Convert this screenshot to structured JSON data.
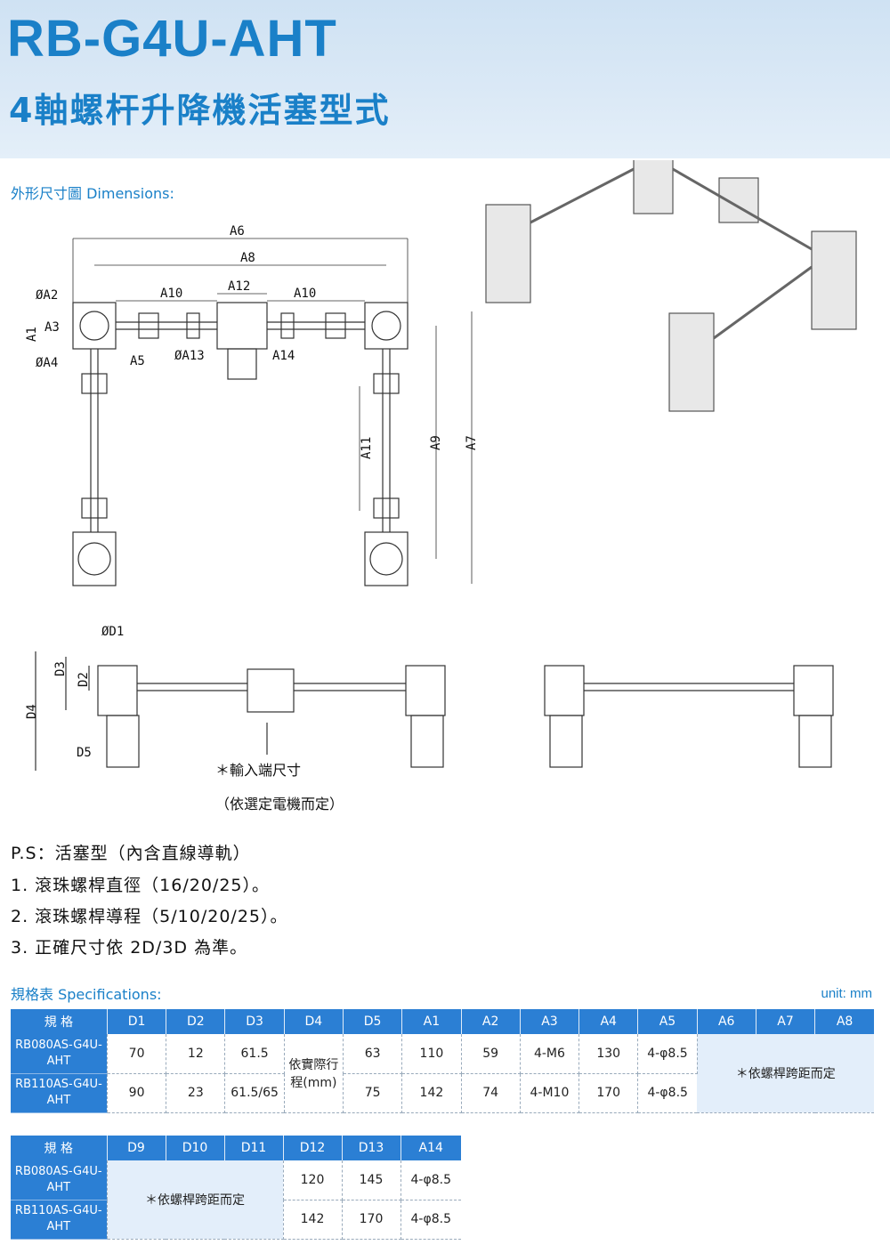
{
  "header": {
    "title": "RB-G4U-AHT",
    "subtitle": "4軸螺杆升降機活塞型式"
  },
  "dimensions_label": "外形尺寸圖 Dimensions:",
  "drawing": {
    "top_labels": [
      "A6",
      "A8",
      "A10",
      "A12",
      "A10",
      "ØA2",
      "A3",
      "A1",
      "ØA4",
      "A5",
      "ØA13",
      "A14",
      "A11",
      "A9",
      "A7"
    ],
    "side_labels": [
      "ØD1",
      "D3",
      "D2",
      "D4",
      "D5"
    ],
    "input_note": "＊輸入端尺寸",
    "input_note_sub": "（依選定電機而定）"
  },
  "notes": {
    "ps": "P.S：活塞型（內含直線導軌）",
    "items": [
      "1. 滾珠螺桿直徑（16/20/25）。",
      "2. 滾珠螺桿導程（5/10/20/25）。",
      "3. 正確尺寸依 2D/3D 為準。"
    ]
  },
  "spec": {
    "label": "規格表 Specifications:",
    "unit": "unit: mm",
    "table1": {
      "headers": [
        "規 格",
        "D1",
        "D2",
        "D3",
        "D4",
        "D5",
        "A1",
        "A2",
        "A3",
        "A4",
        "A5",
        "A6",
        "A7",
        "A8"
      ],
      "rows": [
        {
          "model": "RB080AS-G4U-AHT",
          "D1": "70",
          "D2": "12",
          "D3": "61.5",
          "D5": "63",
          "A1": "110",
          "A2": "59",
          "A3": "4-M6",
          "A4": "130",
          "A5": "4-φ8.5"
        },
        {
          "model": "RB110AS-G4U-AHT",
          "D1": "90",
          "D2": "23",
          "D3": "61.5/65",
          "D5": "75",
          "A1": "142",
          "A2": "74",
          "A3": "4-M10",
          "A4": "170",
          "A5": "4-φ8.5"
        }
      ],
      "d4_merged": "依實際行程(mm)",
      "a678_merged": "＊依螺桿跨距而定"
    },
    "table2": {
      "headers": [
        "規 格",
        "D9",
        "D10",
        "D11",
        "D12",
        "D13",
        "A14"
      ],
      "rows": [
        {
          "model": "RB080AS-G4U-AHT",
          "D12": "120",
          "D13": "145",
          "A14": "4-φ8.5"
        },
        {
          "model": "RB110AS-G4U-AHT",
          "D12": "142",
          "D13": "170",
          "A14": "4-φ8.5"
        }
      ],
      "d9_11_merged": "＊依螺桿跨距而定"
    }
  },
  "colors": {
    "accent": "#1a80c8",
    "table_header": "#2b7fd4",
    "header_bg": "#dbe9f6"
  }
}
